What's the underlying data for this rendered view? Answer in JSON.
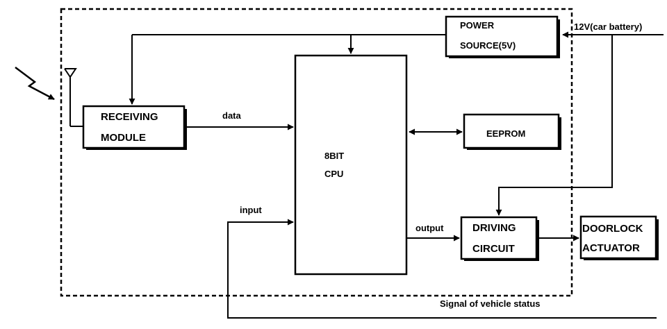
{
  "diagram": {
    "colors": {
      "ink": "#000000",
      "background": "#ffffff"
    },
    "blocks": {
      "power_source": {
        "line1": "POWER",
        "line2": "SOURCE(5V)"
      },
      "receiving_module": {
        "line1": "RECEIVING",
        "line2": "MODULE"
      },
      "cpu": {
        "line1": "8BIT",
        "line2": "CPU"
      },
      "eeprom": {
        "label": "EEPROM"
      },
      "driving_circuit": {
        "line1": "DRIVING",
        "line2": "CIRCUIT"
      },
      "doorlock_actuator": {
        "line1": "DOORLOCK",
        "line2": "ACTUATOR"
      }
    },
    "labels": {
      "battery": "12V(car battery)",
      "data": "data",
      "input": "input",
      "output": "output",
      "vehicle_signal": "Signal of vehicle status"
    },
    "icons": [
      "antenna-icon",
      "lightning-icon"
    ]
  }
}
